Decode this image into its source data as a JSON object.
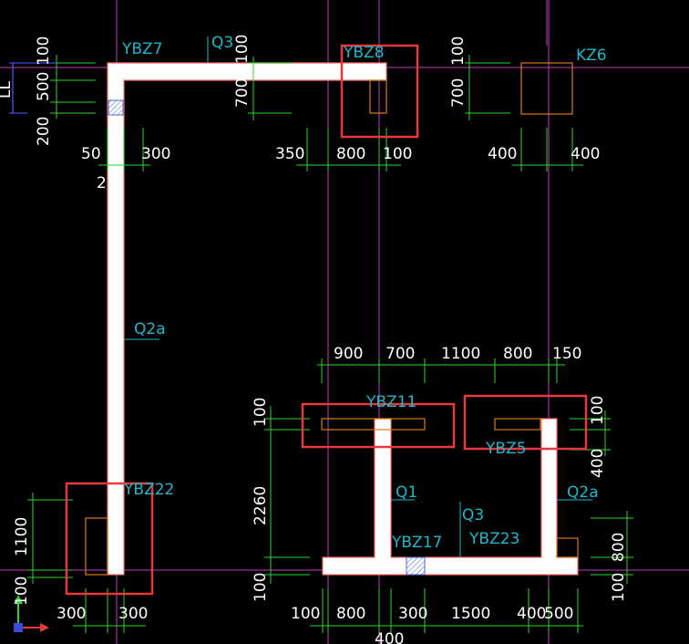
{
  "labels": {
    "ybz7": "YBZ7",
    "q3_top": "Q3",
    "ybz8": "YBZ8",
    "kz6": "KZ6",
    "q2a_left": "Q2a",
    "ybz11": "YBZ11",
    "ybz5": "YBZ5",
    "ybz22": "YBZ22",
    "q1": "Q1",
    "q3_bottom": "Q3",
    "q2a_right": "Q2a",
    "ybz17": "YBZ17",
    "ybz23": "YBZ23"
  },
  "dims": {
    "d50": "50",
    "d300a": "300",
    "d2x": "2",
    "d350": "350",
    "d800a": "800",
    "d100a": "100",
    "d400a": "400",
    "d400b": "400",
    "d900": "900",
    "d700m": "700",
    "d1100m": "1100",
    "d800m": "800",
    "d150": "150",
    "d300b": "300",
    "d300c": "300",
    "d100b": "100",
    "d800b": "800",
    "d300d": "300",
    "d1500": "1500",
    "d400c": "400",
    "d500": "500",
    "d400d": "400",
    "v100a": "100",
    "v500": "500",
    "v200": "200",
    "vll": "LL",
    "v100b": "100",
    "v700a": "700",
    "v100c": "100",
    "v700b": "700",
    "v100d": "100",
    "v2260": "2260",
    "v100e": "100",
    "v100f": "100",
    "v400": "400",
    "v800": "800",
    "v100g": "100",
    "v1100": "1100",
    "v100h": "100"
  },
  "colors": {
    "background": "#000000",
    "dimension_text": "#ffffff",
    "member_tag": "#1fb7c9",
    "dimension_line": "#2bd62b",
    "axis_line": "#c23bc2",
    "wall_fill": "#ffffff",
    "column_outline": "#d97a1c",
    "highlight_box": "#e8383c"
  },
  "icons": [
    "ucs-icon"
  ]
}
